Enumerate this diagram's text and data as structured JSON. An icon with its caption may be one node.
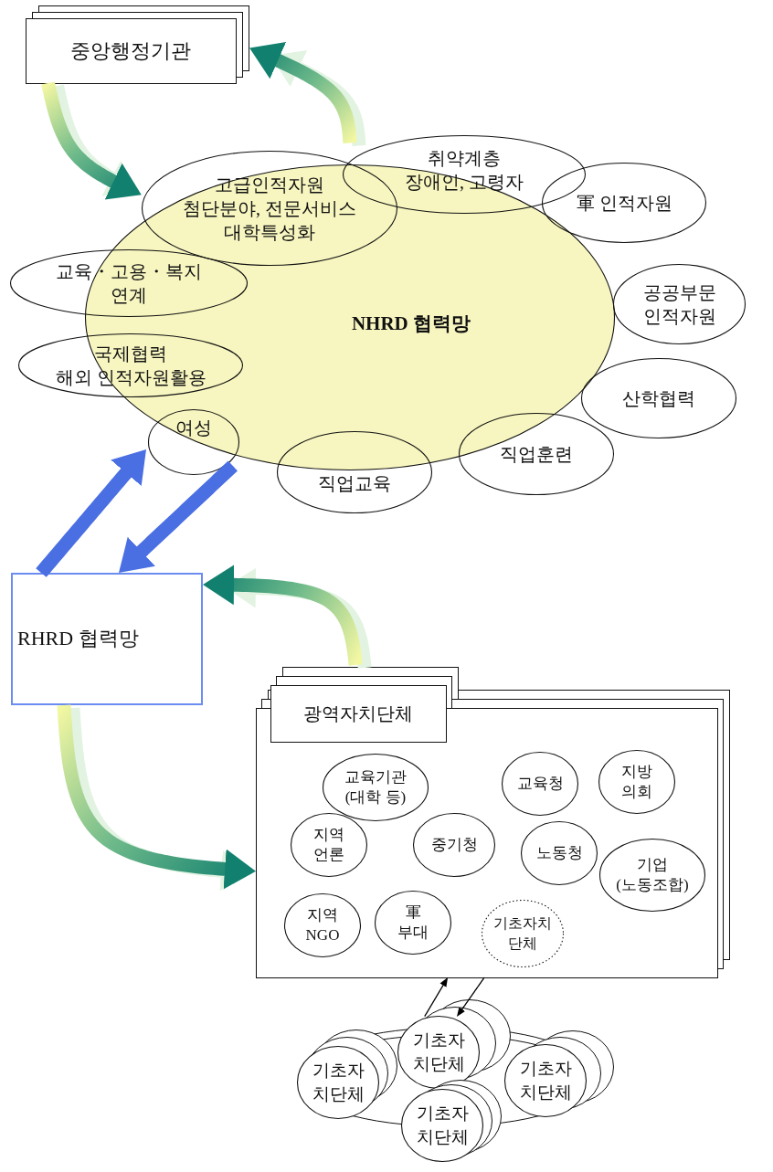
{
  "diagram": {
    "nodes": [
      {
        "text": [
          "중앙행정기관"
        ]
      },
      {
        "text": [
          "NHRD 협력망"
        ]
      },
      {
        "text": [
          "취약계층",
          "장애인, 고령자"
        ]
      },
      {
        "text": [
          "고급인적자원",
          "첨단분야, 전문서비스 대학특성화"
        ]
      },
      {
        "text": [
          "軍 인적자원"
        ]
      },
      {
        "text": [
          "교육・고용・복지 연계"
        ]
      },
      {
        "text": [
          "공공부문 인적자원"
        ]
      },
      {
        "text": [
          "국제협력",
          "해외 인적자원활용"
        ]
      },
      {
        "text": [
          "산학협력"
        ]
      },
      {
        "text": [
          "여성"
        ]
      },
      {
        "text": [
          "직업교육"
        ]
      },
      {
        "text": [
          "직업훈련"
        ]
      },
      {
        "text": [
          "RHRD 협력망"
        ]
      },
      {
        "text": [
          "광역자치단체"
        ]
      },
      {
        "text": [
          "교육기관 (대학 등)"
        ],
        "in": 13
      },
      {
        "text": [
          "교육청"
        ],
        "in": 13
      },
      {
        "text": [
          "지방 의회"
        ],
        "in": 13
      },
      {
        "text": [
          "지역 언론"
        ],
        "in": 13
      },
      {
        "text": [
          "중기청"
        ],
        "in": 13
      },
      {
        "text": [
          "노동청"
        ],
        "in": 13
      },
      {
        "text": [
          "기업 (노동조합)"
        ],
        "in": 13
      },
      {
        "text": [
          "지역 NGO"
        ],
        "in": 13
      },
      {
        "text": [
          "軍 부대"
        ],
        "in": 13
      },
      {
        "text": [
          "기초자치단체"
        ],
        "in": 13
      },
      {
        "text": [
          "기초자치단체"
        ]
      },
      {
        "text": [
          "기초자치단체"
        ]
      },
      {
        "text": [
          "기초자치단체"
        ]
      },
      {
        "text": [
          "기초자치단체"
        ]
      }
    ],
    "edges": [
      {
        "from": 0,
        "to": 3,
        "arrow": "to",
        "style": "thick"
      },
      {
        "from": 2,
        "to": 0,
        "arrow": "to",
        "style": "thick"
      },
      {
        "from": 12,
        "to": 1,
        "arrow": "to",
        "style": "thick",
        "color": "#4a6fe3"
      },
      {
        "from": 1,
        "to": 12,
        "arrow": "to",
        "style": "thick",
        "color": "#4a6fe3"
      },
      {
        "from": 13,
        "to": 12,
        "arrow": "to",
        "style": "thick"
      },
      {
        "from": 12,
        "to": 13,
        "arrow": "to",
        "style": "thick"
      },
      {
        "from": 24,
        "to": 13,
        "arrow": "to",
        "color": "#000000"
      },
      {
        "from": 13,
        "to": 24,
        "arrow": "to",
        "color": "#000000"
      }
    ]
  }
}
